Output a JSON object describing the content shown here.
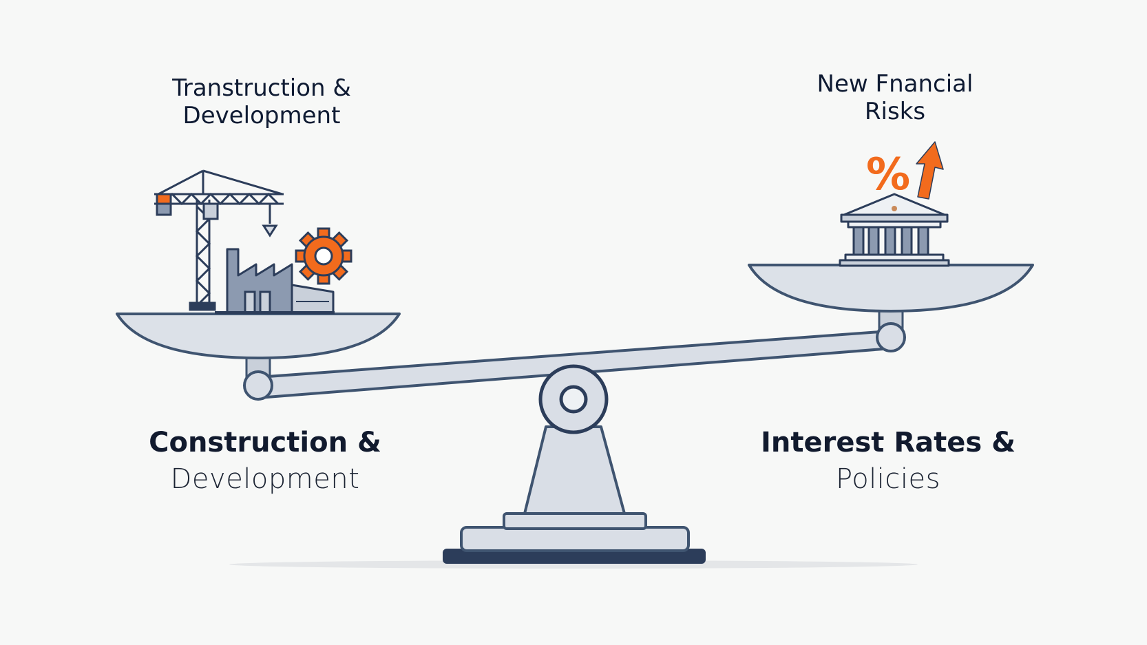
{
  "colors": {
    "background": "#f7f8f7",
    "outline": "#3f5470",
    "fill": "#d9dee6",
    "accent": "#f26b1d",
    "dark": "#1c2b45"
  },
  "left": {
    "icon_caption_line1": "Transtruction &",
    "icon_caption_line2": "Development",
    "title_bold": "Construction &",
    "title_light": "Development"
  },
  "right": {
    "icon_caption_line1": "New Fnancial",
    "icon_caption_line2": "Risks",
    "title_bold": "Interest Rates &",
    "title_light": "Policies",
    "percent_symbol": "%"
  },
  "icons": {
    "left_pan": [
      "crane-icon",
      "factory-icon",
      "gear-icon"
    ],
    "right_pan": [
      "percent-icon",
      "up-arrow-icon",
      "bank-building-icon"
    ]
  }
}
